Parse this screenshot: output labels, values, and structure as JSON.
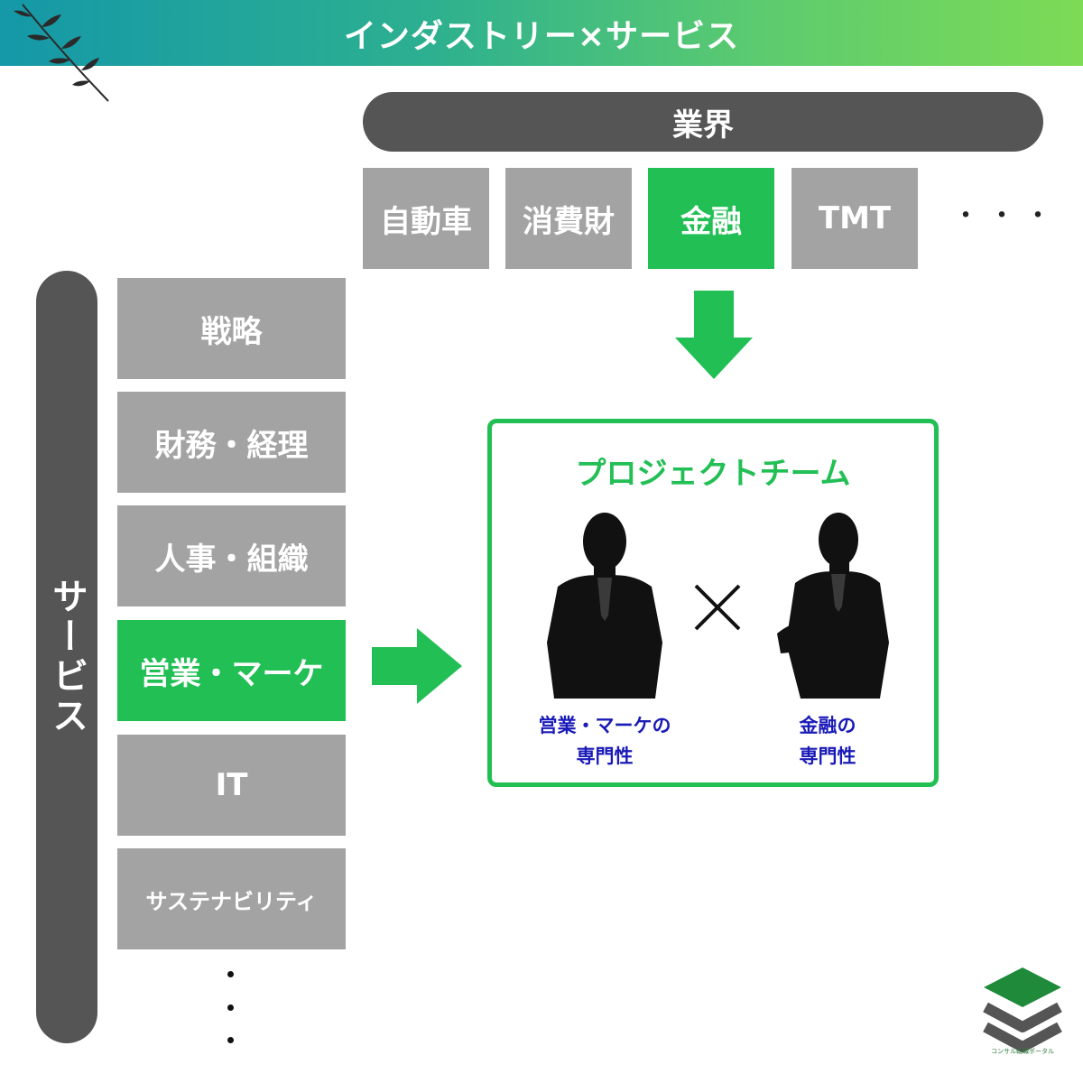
{
  "header": {
    "title": "インダストリー×サービス"
  },
  "industry": {
    "label": "業界",
    "items": [
      {
        "label": "自動車",
        "active": false
      },
      {
        "label": "消費財",
        "active": false
      },
      {
        "label": "金融",
        "active": true
      },
      {
        "label": "TMT",
        "active": false
      }
    ],
    "more": "・・・"
  },
  "service": {
    "label": "サービス",
    "items": [
      {
        "label": "戦略",
        "active": false
      },
      {
        "label": "財務・経理",
        "active": false
      },
      {
        "label": "人事・組織",
        "active": false
      },
      {
        "label": "営業・マーケ",
        "active": true
      },
      {
        "label": "IT",
        "active": false
      },
      {
        "label": "サステナビリティ",
        "active": false
      }
    ]
  },
  "team": {
    "title": "プロジェクトチーム",
    "left_caption": [
      "営業・マーケの",
      "専門性"
    ],
    "right_caption": [
      "金融の",
      "専門性"
    ]
  },
  "logo": {
    "text": "コンサル転職ポータル"
  },
  "colors": {
    "accent": "#22bf55",
    "inactive": "#a3a3a3",
    "bar": "#555555",
    "caption": "#1a1ab8"
  }
}
